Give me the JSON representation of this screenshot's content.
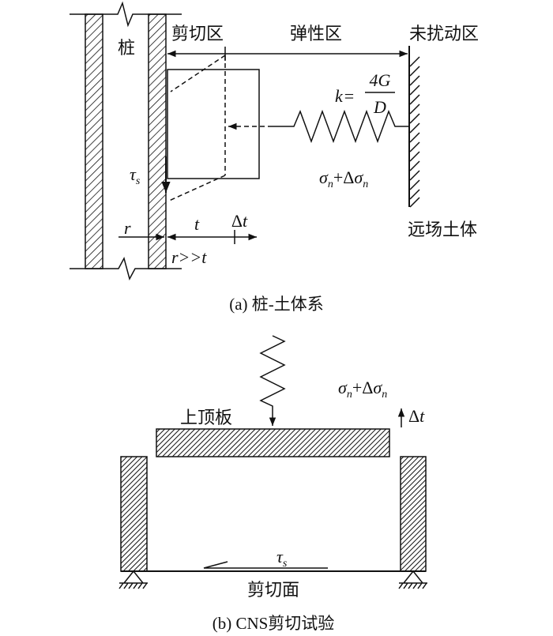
{
  "figure_a": {
    "pile_label": "桩",
    "zones": {
      "shear": "剪切区",
      "elastic": "弹性区",
      "undisturbed": "未扰动区"
    },
    "stiffness": {
      "symbol": "k",
      "equals": "=",
      "numerator": "4G",
      "denominator": "D"
    },
    "normal_stress": {
      "sigma": "σ",
      "sub": "n",
      "plus_delta": "+Δ",
      "sigma2": "σ",
      "sub2": "n"
    },
    "shear_stress": {
      "tau": "τ",
      "sub": "s"
    },
    "far_field_soil": "远场土体",
    "radius": "r",
    "thickness": "t",
    "delta_t": {
      "delta": "Δ",
      "var": "t"
    },
    "relation": "r>>t",
    "caption": "(a) 桩-土体系"
  },
  "figure_b": {
    "normal_stress": {
      "sigma": "σ",
      "sub": "n",
      "plus_delta": "+Δ",
      "sigma2": "σ",
      "sub2": "n"
    },
    "top_plate": "上顶板",
    "delta_t": {
      "delta": "Δ",
      "var": "t"
    },
    "shear_stress": {
      "tau": "τ",
      "sub": "s"
    },
    "shear_plane": "剪切面",
    "caption": "(b) CNS剪切试验"
  }
}
